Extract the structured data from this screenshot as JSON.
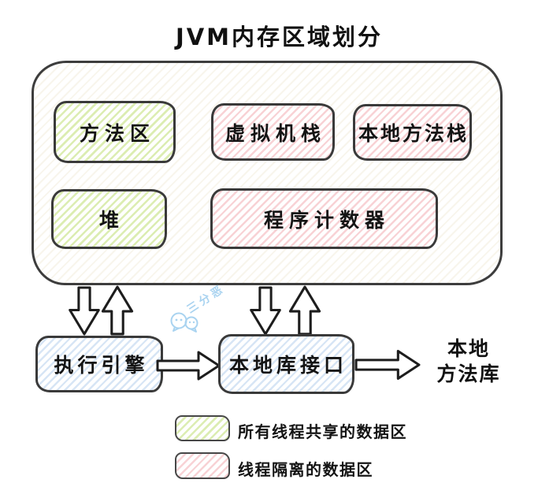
{
  "title": "JVM内存区域划分",
  "memory_container": {
    "regions": [
      {
        "label": "方法区",
        "category": "shared"
      },
      {
        "label": "虚拟机栈",
        "category": "isolated"
      },
      {
        "label": "本地方法栈",
        "category": "isolated"
      },
      {
        "label": "堆",
        "category": "shared"
      },
      {
        "label": "程序计数器",
        "category": "isolated"
      }
    ]
  },
  "flow": {
    "execution_engine": "执行引擎",
    "native_interface": "本地库接口",
    "native_library": {
      "line1": "本地",
      "line2": "方法库"
    }
  },
  "legend": {
    "items": [
      {
        "swatch": "green",
        "label": "所有线程共享的数据区"
      },
      {
        "swatch": "pink",
        "label": "线程隔离的数据区"
      }
    ]
  },
  "watermark": {
    "text": "三分恶",
    "icon": "wechat-bubbles-icon"
  },
  "colors": {
    "shared_green": "#dcedb2",
    "isolated_pink": "#f8d2d5",
    "engine_blue": "#d7e5f5",
    "border_dark": "#3a3a3a",
    "watermark_blue": "#a9d3f0"
  }
}
